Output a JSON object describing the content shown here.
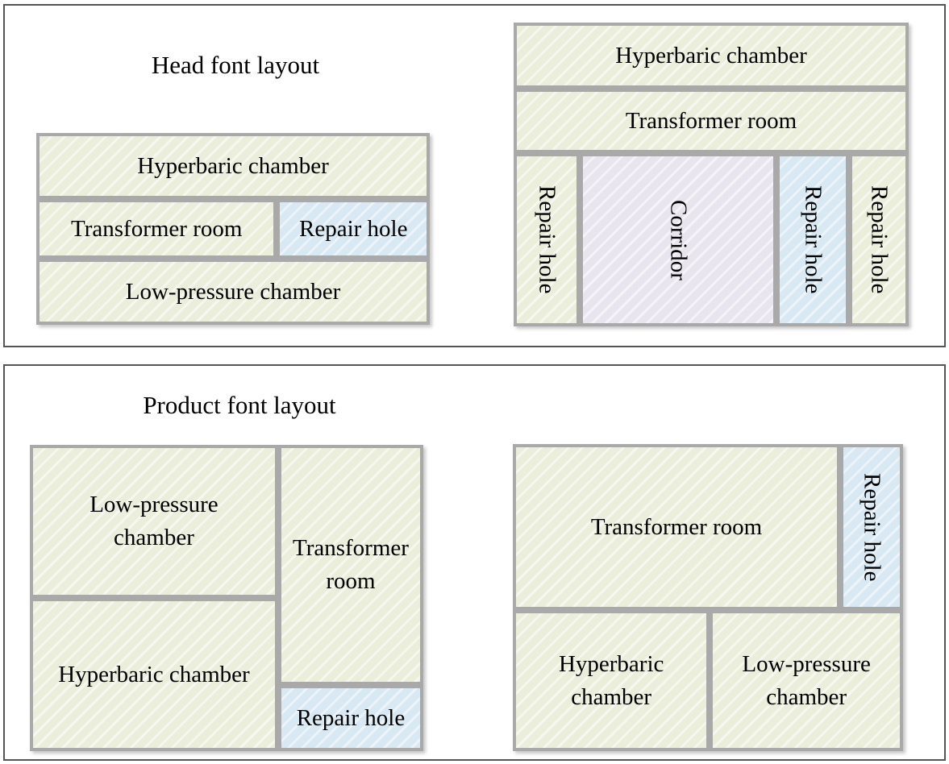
{
  "colors": {
    "room_fill_green": "#eaeeda",
    "repair_hole_blue": "#d8e9f3",
    "corridor_lavender": "#e9e5ee",
    "room_border_gray": "#a9a9a9",
    "panel_border_gray": "#555555",
    "text": "#000000"
  },
  "head_layout": {
    "title": "Head font layout",
    "left_plan": {
      "hyperbaric_chamber": "Hyperbaric chamber",
      "transformer_room": "Transformer room",
      "repair_hole": "Repair hole",
      "low_pressure_chamber": "Low-pressure chamber"
    },
    "right_plan": {
      "hyperbaric_chamber": "Hyperbaric chamber",
      "transformer_room": "Transformer room",
      "repair_hole_left": "Repair hole",
      "corridor": "Corridor",
      "repair_hole_middle": "Repair hole",
      "repair_hole_right": "Repair hole"
    }
  },
  "product_layout": {
    "title": "Product font layout",
    "left_plan": {
      "low_pressure_chamber": "Low-pressure chamber",
      "hyperbaric_chamber": "Hyperbaric chamber",
      "transformer_room": "Transformer room",
      "repair_hole": "Repair hole"
    },
    "right_plan": {
      "transformer_room": "Transformer room",
      "repair_hole": "Repair hole",
      "hyperbaric_chamber": "Hyperbaric chamber",
      "low_pressure_chamber": "Low-pressure chamber"
    }
  }
}
